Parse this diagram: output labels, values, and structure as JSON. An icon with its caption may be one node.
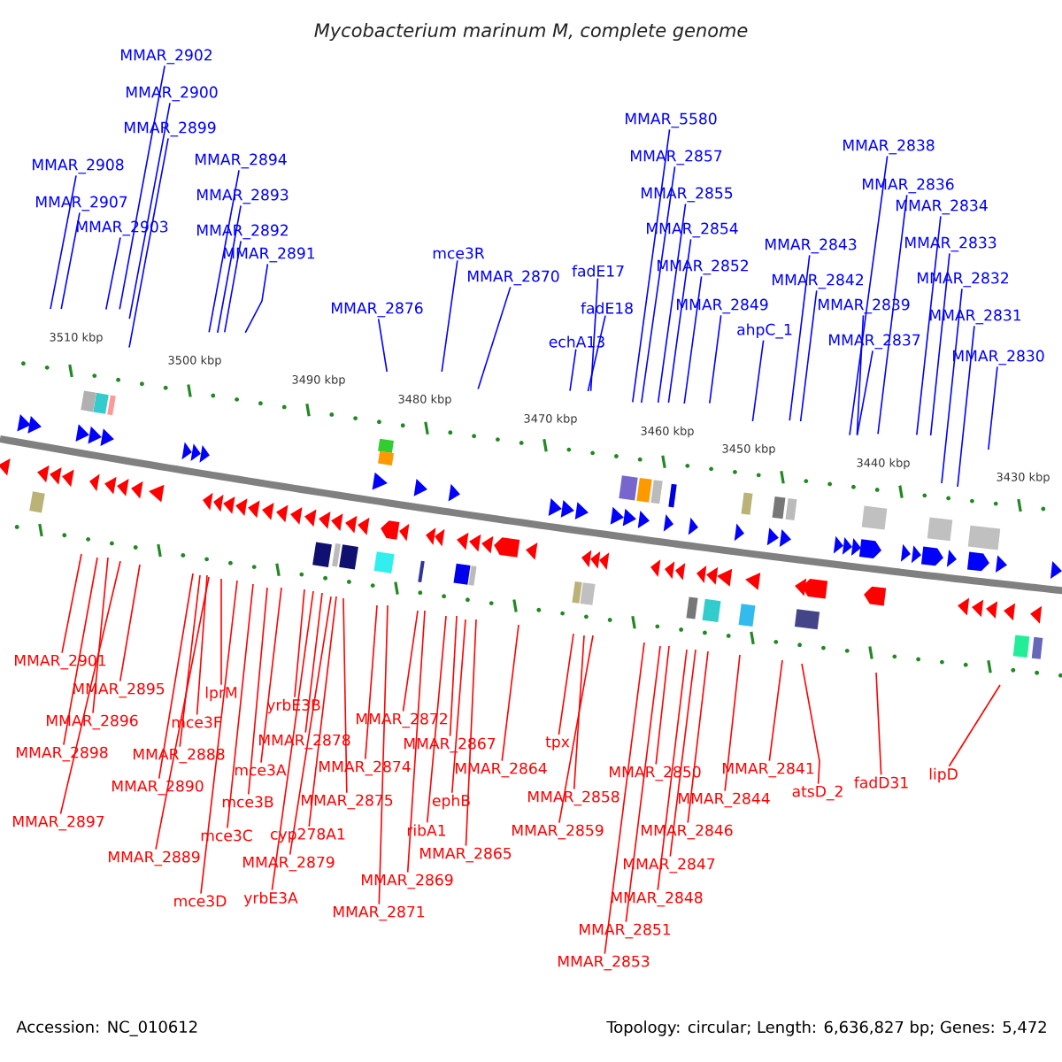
{
  "diagram": {
    "title": "Mycobacterium marinum M, complete genome",
    "nodes": [
      {
        "text": [
          "MMAR_2902"
        ]
      },
      {
        "text": [
          "MMAR_2900"
        ]
      },
      {
        "text": [
          "MMAR_2899"
        ]
      },
      {
        "text": [
          "MMAR_2908"
        ]
      },
      {
        "text": [
          "MMAR_2894"
        ]
      },
      {
        "text": [
          "MMAR_2907"
        ]
      },
      {
        "text": [
          "MMAR_2893"
        ]
      },
      {
        "text": [
          "MMAR_2903"
        ]
      },
      {
        "text": [
          "MMAR_2892"
        ]
      },
      {
        "text": [
          "MMAR_2891"
        ]
      },
      {
        "text": [
          "mce3R"
        ]
      },
      {
        "text": [
          "MMAR_2870"
        ]
      },
      {
        "text": [
          "MMAR_2876"
        ]
      },
      {
        "text": [
          "MMAR_5580"
        ]
      },
      {
        "text": [
          "MMAR_2838"
        ]
      },
      {
        "text": [
          "MMAR_2857"
        ]
      },
      {
        "text": [
          "MMAR_2836"
        ]
      },
      {
        "text": [
          "MMAR_2855"
        ]
      },
      {
        "text": [
          "MMAR_2834"
        ]
      },
      {
        "text": [
          "MMAR_2854"
        ]
      },
      {
        "text": [
          "MMAR_2843"
        ]
      },
      {
        "text": [
          "MMAR_2833"
        ]
      },
      {
        "text": [
          "MMAR_2852"
        ]
      },
      {
        "text": [
          "fadE17"
        ]
      },
      {
        "text": [
          "MMAR_2842"
        ]
      },
      {
        "text": [
          "MMAR_2832"
        ]
      },
      {
        "text": [
          "MMAR_2849"
        ]
      },
      {
        "text": [
          "fadE18"
        ]
      },
      {
        "text": [
          "MMAR_2839"
        ]
      },
      {
        "text": [
          "MMAR_2831"
        ]
      },
      {
        "text": [
          "ahpC_1"
        ]
      },
      {
        "text": [
          "echA13"
        ]
      },
      {
        "text": [
          "MMAR_2837"
        ]
      },
      {
        "text": [
          "MMAR_2830"
        ]
      },
      {
        "text": [
          "MMAR_2901"
        ]
      },
      {
        "text": [
          "MMAR_2895"
        ]
      },
      {
        "text": [
          "lprM"
        ]
      },
      {
        "text": [
          "yrbE3B"
        ]
      },
      {
        "text": [
          "MMAR_2872"
        ]
      },
      {
        "text": [
          "MMAR_2896"
        ]
      },
      {
        "text": [
          "mce3F"
        ]
      },
      {
        "text": [
          "MMAR_2878"
        ]
      },
      {
        "text": [
          "tpx"
        ]
      },
      {
        "text": [
          "MMAR_2867"
        ]
      },
      {
        "text": [
          "MMAR_2898"
        ]
      },
      {
        "text": [
          "MMAR_2888"
        ]
      },
      {
        "text": [
          "MMAR_2874"
        ]
      },
      {
        "text": [
          "mce3A"
        ]
      },
      {
        "text": [
          "MMAR_2864"
        ]
      },
      {
        "text": [
          "MMAR_2841"
        ]
      },
      {
        "text": [
          "MMAR_2850"
        ]
      },
      {
        "text": [
          "lipD"
        ]
      },
      {
        "text": [
          "fadD31"
        ]
      },
      {
        "text": [
          "MMAR_2890"
        ]
      },
      {
        "text": [
          "atsD_2"
        ]
      },
      {
        "text": [
          "MMAR_2858"
        ]
      },
      {
        "text": [
          "MMAR_2844"
        ]
      },
      {
        "text": [
          "mce3B"
        ]
      },
      {
        "text": [
          "MMAR_2875"
        ]
      },
      {
        "text": [
          "ephB"
        ]
      },
      {
        "text": [
          "MMAR_2897"
        ]
      },
      {
        "text": [
          "ribA1"
        ]
      },
      {
        "text": [
          "MMAR_2846"
        ]
      },
      {
        "text": [
          "MMAR_2859"
        ]
      },
      {
        "text": [
          "mce3C"
        ]
      },
      {
        "text": [
          "cyp278A1"
        ]
      },
      {
        "text": [
          "MMAR_2865"
        ]
      },
      {
        "text": [
          "MMAR_2889"
        ]
      },
      {
        "text": [
          "MMAR_2879"
        ]
      },
      {
        "text": [
          "MMAR_2847"
        ]
      },
      {
        "text": [
          "MMAR_2869"
        ]
      },
      {
        "text": [
          "MMAR_2848"
        ]
      },
      {
        "text": [
          "yrbE3A"
        ]
      },
      {
        "text": [
          "mce3D"
        ]
      },
      {
        "text": [
          "MMAR_2871"
        ]
      },
      {
        "text": [
          "MMAR_2851"
        ]
      },
      {
        "text": [
          "MMAR_2853"
        ]
      }
    ],
    "edges": [
      {
        "from": 0,
        "to": null,
        "arrow": "none",
        "color": "#0000ff"
      },
      {
        "from": 1,
        "to": null,
        "arrow": "none",
        "color": "#0000ff"
      },
      {
        "from": 2,
        "to": null,
        "arrow": "none",
        "color": "#0000ff"
      },
      {
        "from": 3,
        "to": null,
        "arrow": "none",
        "color": "#0000ff"
      },
      {
        "from": 4,
        "to": null,
        "arrow": "none",
        "color": "#0000ff"
      },
      {
        "from": 5,
        "to": null,
        "arrow": "none",
        "color": "#0000ff"
      },
      {
        "from": 6,
        "to": null,
        "arrow": "none",
        "color": "#0000ff"
      },
      {
        "from": 7,
        "to": null,
        "arrow": "none",
        "color": "#0000ff"
      },
      {
        "from": 8,
        "to": null,
        "arrow": "none",
        "color": "#0000ff"
      },
      {
        "from": 9,
        "to": null,
        "arrow": "none",
        "color": "#0000ff"
      },
      {
        "from": 10,
        "to": null,
        "arrow": "none",
        "color": "#0000ff"
      },
      {
        "from": 11,
        "to": null,
        "arrow": "none",
        "color": "#0000ff"
      },
      {
        "from": 12,
        "to": null,
        "arrow": "none",
        "color": "#0000ff"
      },
      {
        "from": 13,
        "to": null,
        "arrow": "none",
        "color": "#0000ff"
      },
      {
        "from": 14,
        "to": null,
        "arrow": "none",
        "color": "#0000ff"
      },
      {
        "from": 15,
        "to": null,
        "arrow": "none",
        "color": "#0000ff"
      },
      {
        "from": 16,
        "to": null,
        "arrow": "none",
        "color": "#0000ff"
      },
      {
        "from": 17,
        "to": null,
        "arrow": "none",
        "color": "#0000ff"
      },
      {
        "from": 18,
        "to": null,
        "arrow": "none",
        "color": "#0000ff"
      },
      {
        "from": 19,
        "to": null,
        "arrow": "none",
        "color": "#0000ff"
      },
      {
        "from": 20,
        "to": null,
        "arrow": "none",
        "color": "#0000ff"
      },
      {
        "from": 21,
        "to": null,
        "arrow": "none",
        "color": "#0000ff"
      },
      {
        "from": 22,
        "to": null,
        "arrow": "none",
        "color": "#0000ff"
      },
      {
        "from": 23,
        "to": null,
        "arrow": "none",
        "color": "#0000ff"
      },
      {
        "from": 24,
        "to": null,
        "arrow": "none",
        "color": "#0000ff"
      },
      {
        "from": 25,
        "to": null,
        "arrow": "none",
        "color": "#0000ff"
      },
      {
        "from": 26,
        "to": null,
        "arrow": "none",
        "color": "#0000ff"
      },
      {
        "from": 27,
        "to": null,
        "arrow": "none",
        "color": "#0000ff"
      },
      {
        "from": 28,
        "to": null,
        "arrow": "none",
        "color": "#0000ff"
      },
      {
        "from": 29,
        "to": null,
        "arrow": "none",
        "color": "#0000ff"
      },
      {
        "from": 30,
        "to": null,
        "arrow": "none",
        "color": "#0000ff"
      },
      {
        "from": 31,
        "to": null,
        "arrow": "none",
        "color": "#0000ff"
      },
      {
        "from": 32,
        "to": null,
        "arrow": "none",
        "color": "#0000ff"
      },
      {
        "from": 33,
        "to": null,
        "arrow": "none",
        "color": "#0000ff"
      },
      {
        "from": 34,
        "to": null,
        "arrow": "none"
      },
      {
        "from": 35,
        "to": null,
        "arrow": "none"
      },
      {
        "from": 36,
        "to": null,
        "arrow": "none"
      },
      {
        "from": 37,
        "to": null,
        "arrow": "none"
      },
      {
        "from": 38,
        "to": null,
        "arrow": "none"
      },
      {
        "from": 39,
        "to": null,
        "arrow": "none"
      },
      {
        "from": 40,
        "to": null,
        "arrow": "none"
      },
      {
        "from": 41,
        "to": null,
        "arrow": "none"
      },
      {
        "from": 42,
        "to": null,
        "arrow": "none"
      },
      {
        "from": 43,
        "to": null,
        "arrow": "none"
      },
      {
        "from": 44,
        "to": null,
        "arrow": "none"
      },
      {
        "from": 45,
        "to": null,
        "arrow": "none"
      },
      {
        "from": 46,
        "to": null,
        "arrow": "none"
      },
      {
        "from": 47,
        "to": null,
        "arrow": "none"
      },
      {
        "from": 48,
        "to": null,
        "arrow": "none"
      },
      {
        "from": 49,
        "to": null,
        "arrow": "none"
      },
      {
        "from": 50,
        "to": null,
        "arrow": "none"
      },
      {
        "from": 51,
        "to": null,
        "arrow": "none"
      },
      {
        "from": 52,
        "to": null,
        "arrow": "none"
      },
      {
        "from": 53,
        "to": null,
        "arrow": "none"
      },
      {
        "from": 54,
        "to": null,
        "arrow": "none"
      },
      {
        "from": 55,
        "to": null,
        "arrow": "none"
      },
      {
        "from": 56,
        "to": null,
        "arrow": "none"
      },
      {
        "from": 57,
        "to": null,
        "arrow": "none"
      },
      {
        "from": 58,
        "to": null,
        "arrow": "none"
      },
      {
        "from": 59,
        "to": null,
        "arrow": "none"
      },
      {
        "from": 60,
        "to": null,
        "arrow": "none"
      },
      {
        "from": 61,
        "to": null,
        "arrow": "none"
      },
      {
        "from": 62,
        "to": null,
        "arrow": "none"
      },
      {
        "from": 63,
        "to": null,
        "arrow": "none"
      },
      {
        "from": 64,
        "to": null,
        "arrow": "none"
      },
      {
        "from": 65,
        "to": null,
        "arrow": "none"
      },
      {
        "from": 66,
        "to": null,
        "arrow": "none"
      },
      {
        "from": 67,
        "to": null,
        "arrow": "none"
      },
      {
        "from": 68,
        "to": null,
        "arrow": "none"
      },
      {
        "from": 69,
        "to": null,
        "arrow": "none"
      },
      {
        "from": 70,
        "to": null,
        "arrow": "none"
      },
      {
        "from": 71,
        "to": null,
        "arrow": "none"
      },
      {
        "from": 72,
        "to": null,
        "arrow": "none"
      },
      {
        "from": 73,
        "to": null,
        "arrow": "none"
      },
      {
        "from": 74,
        "to": null,
        "arrow": "none"
      },
      {
        "from": 75,
        "to": null,
        "arrow": "none"
      },
      {
        "from": 76,
        "to": null,
        "arrow": "none"
      }
    ],
    "labels": [
      "3510 kbp",
      "3500 kbp",
      "3490 kbp",
      "3480 kbp",
      "3470 kbp",
      "3460 kbp",
      "3450 kbp",
      "3440 kbp",
      "3430 kbp",
      "Accession: NC_010612",
      "Topology: circular; Length: 6,636,827 bp; Genes: 5,472"
    ]
  }
}
